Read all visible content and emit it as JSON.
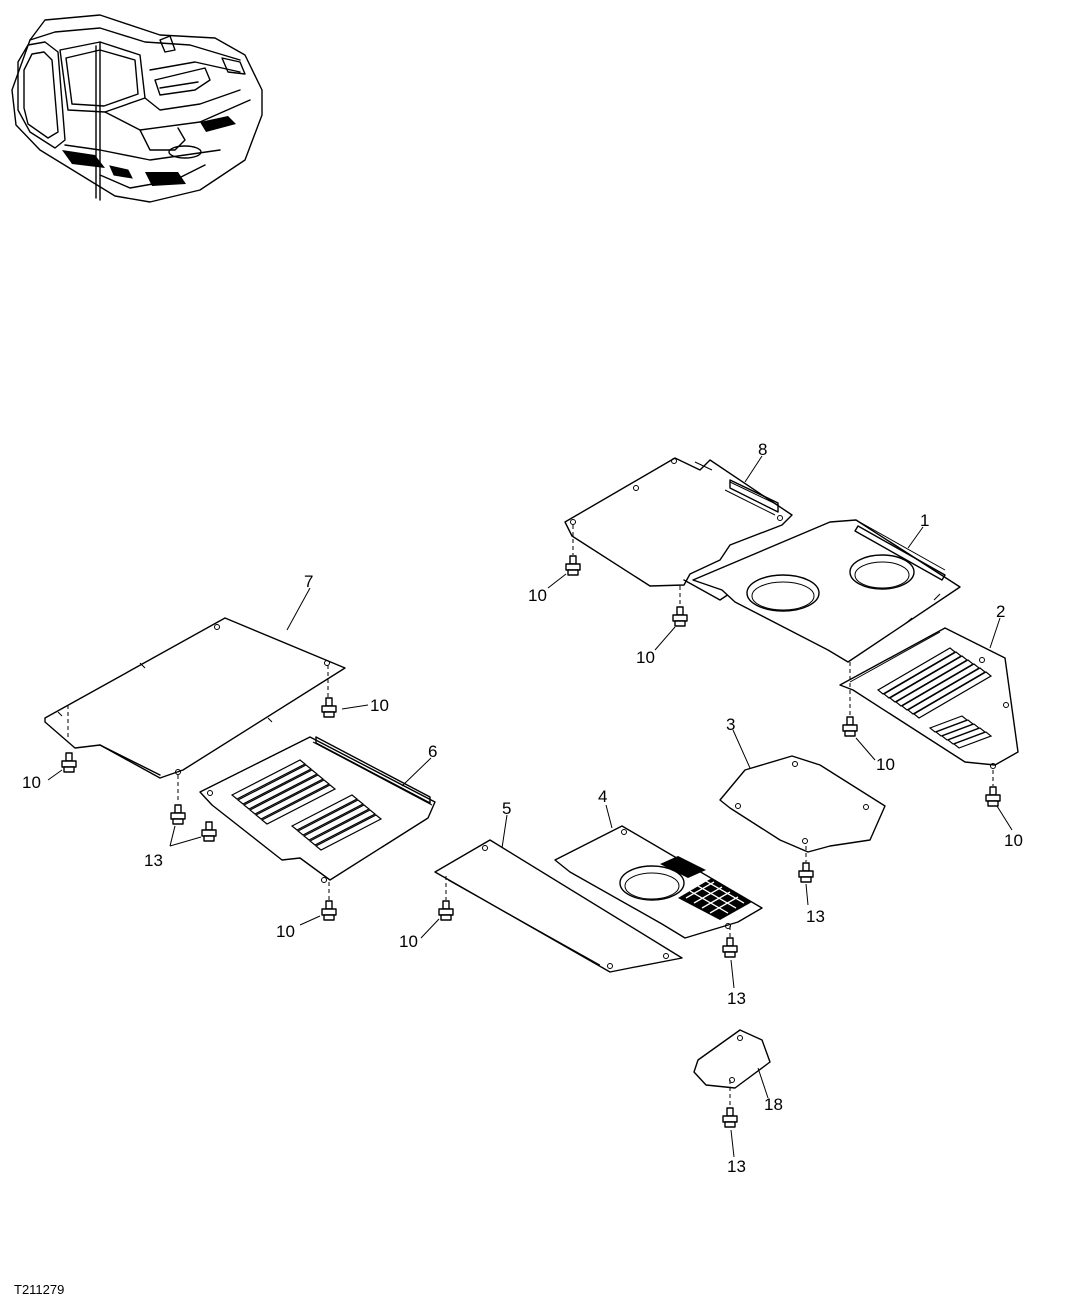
{
  "figure_code": "T211279",
  "callouts": {
    "p1": "1",
    "p2": "2",
    "p3": "3",
    "p4": "4",
    "p5": "5",
    "p6": "6",
    "p7": "7",
    "p8": "8",
    "p18": "18",
    "b10a": "10",
    "b10b": "10",
    "b10c": "10",
    "b10d": "10",
    "b10e": "10",
    "b10f": "10",
    "b10g": "10",
    "b10h": "10",
    "b13a": "13",
    "b13b": "13",
    "b13c": "13",
    "b13d": "13"
  }
}
